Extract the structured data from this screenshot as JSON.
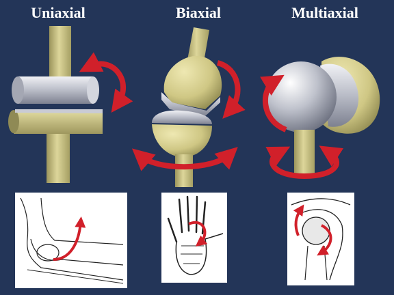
{
  "labels": {
    "uniaxial": "Uniaxial",
    "biaxial": "Biaxial",
    "multiaxial": "Multiaxial"
  },
  "colors": {
    "background": "#233558",
    "bone": "#d6cf8f",
    "metal": "#c4c6d0",
    "arrow": "#d1202a"
  }
}
